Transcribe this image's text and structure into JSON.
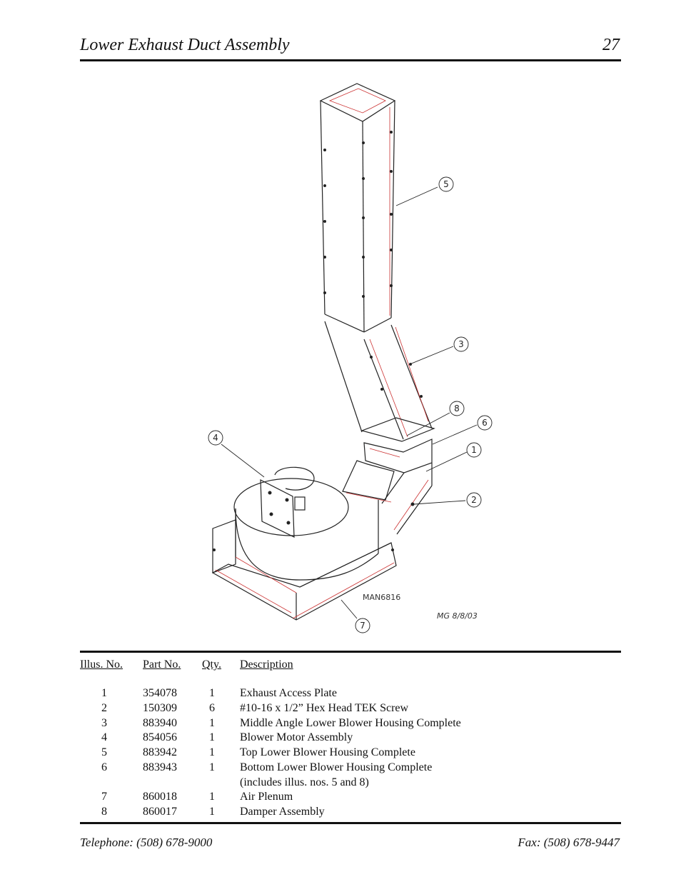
{
  "header": {
    "title": "Lower Exhaust Duct Assembly",
    "page_number": "27"
  },
  "drawing": {
    "callouts": [
      "1",
      "2",
      "3",
      "4",
      "5",
      "6",
      "7",
      "8"
    ],
    "drawing_number": "MAN6816",
    "signature": "MG 8/8/03"
  },
  "table": {
    "headers": {
      "illus": "Illus. No.",
      "part": "Part No.",
      "qty": "Qty.",
      "desc": "Description"
    },
    "rows": [
      {
        "illus": "1",
        "part": "354078",
        "qty": "1",
        "desc": "Exhaust Access Plate"
      },
      {
        "illus": "2",
        "part": "150309",
        "qty": "6",
        "desc": "#10-16 x 1/2” Hex Head TEK Screw"
      },
      {
        "illus": "3",
        "part": "883940",
        "qty": "1",
        "desc": "Middle Angle Lower Blower Housing Complete"
      },
      {
        "illus": "4",
        "part": "854056",
        "qty": "1",
        "desc": "Blower Motor Assembly"
      },
      {
        "illus": "5",
        "part": "883942",
        "qty": "1",
        "desc": "Top Lower Blower Housing Complete"
      },
      {
        "illus": "6",
        "part": "883943",
        "qty": "1",
        "desc": "Bottom Lower Blower Housing Complete"
      },
      {
        "illus": "",
        "part": "",
        "qty": "",
        "desc": "(includes illus. nos. 5 and 8)"
      },
      {
        "illus": "7",
        "part": "860018",
        "qty": "1",
        "desc": "Air Plenum"
      },
      {
        "illus": "8",
        "part": "860017",
        "qty": "1",
        "desc": "Damper Assembly"
      }
    ]
  },
  "footer": {
    "telephone": "Telephone: (508) 678-9000",
    "fax": "Fax: (508) 678-9447"
  }
}
